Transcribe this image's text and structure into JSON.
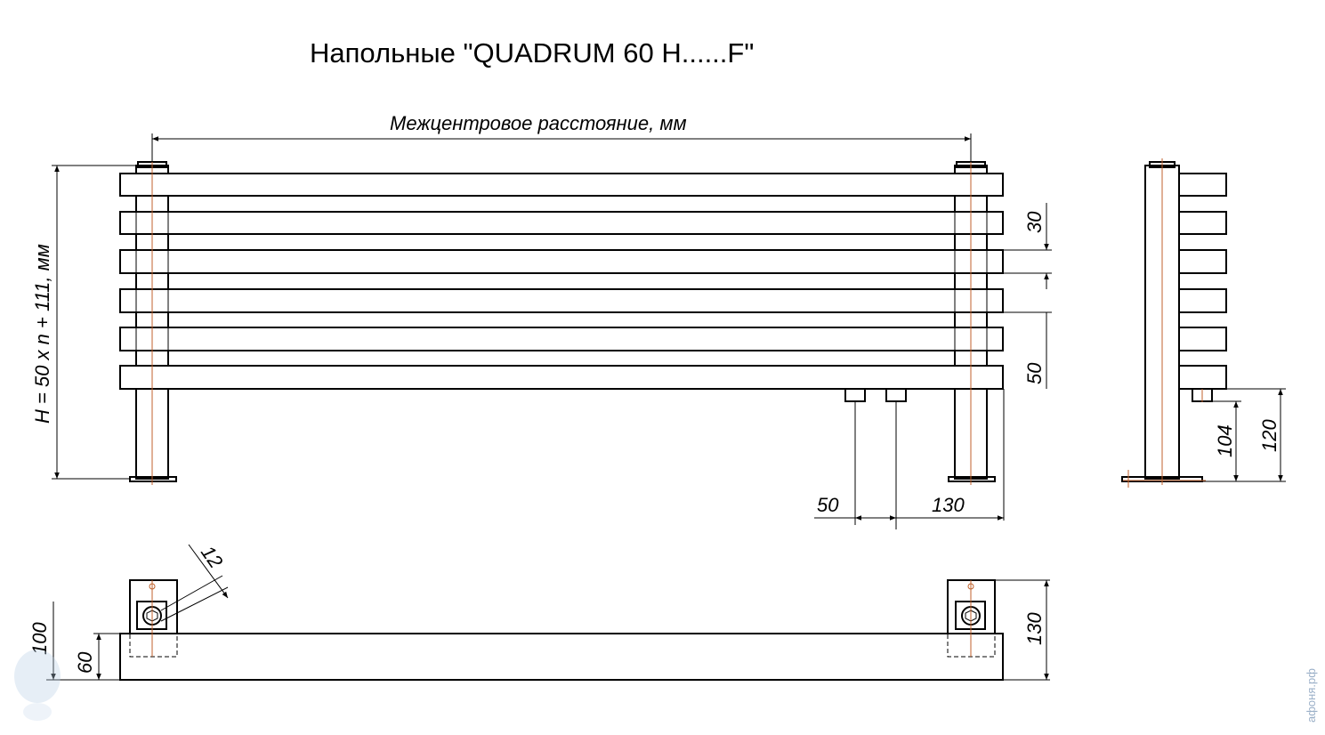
{
  "title": "Напольные \"QUADRUM 60 H......F\"",
  "dimensions": {
    "center_distance": "Межцентровое расстояние, мм",
    "height_formula": "H = 50 х n + 111, мм",
    "bar_height": "30",
    "bar_pitch": "50",
    "inlet_offset": "50",
    "inlet_spacing": "130",
    "side_104": "104",
    "side_120": "120",
    "pipe_12": "12",
    "depth_130": "130",
    "depth_100": "100",
    "depth_60": "60"
  },
  "watermark": "афоня.рф",
  "colors": {
    "line": "#000000",
    "axis": "#c0622c",
    "background": "#ffffff"
  }
}
